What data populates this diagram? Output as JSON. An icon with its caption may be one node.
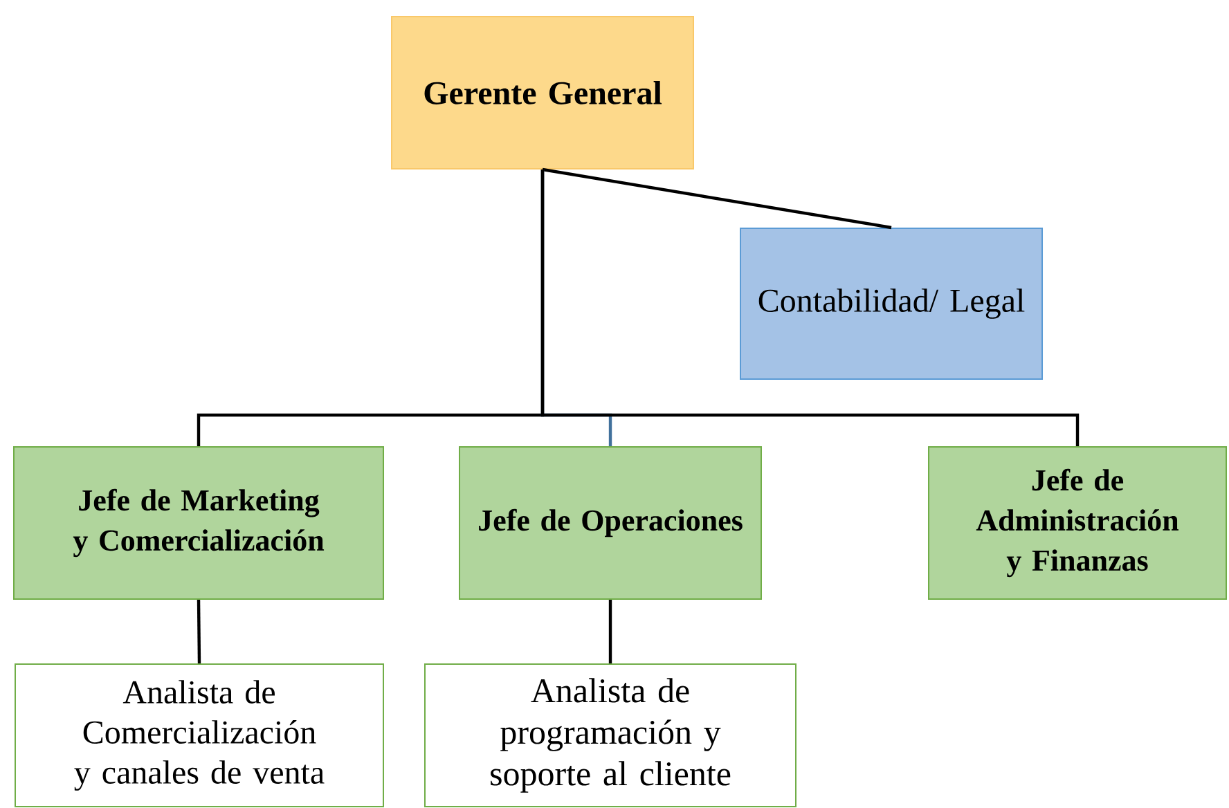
{
  "diagram": {
    "nodes": [
      {
        "text": [
          "Gerente General"
        ]
      },
      {
        "text": [
          "Contabilidad/ Legal"
        ]
      },
      {
        "text": [
          "Jefe de Marketing y Comercialización"
        ]
      },
      {
        "text": [
          "Jefe de Operaciones"
        ]
      },
      {
        "text": [
          "Jefe de Administración y Finanzas"
        ]
      },
      {
        "text": [
          "Analista de Comercialización y canales de venta"
        ]
      },
      {
        "text": [
          "Analista de programación y soporte al cliente"
        ]
      }
    ],
    "edges": [
      {
        "from": 0,
        "to": 1,
        "arrow": "none"
      },
      {
        "from": 0,
        "to": 2,
        "arrow": "none"
      },
      {
        "from": 0,
        "to": 3,
        "arrow": "none",
        "color": "#41719c"
      },
      {
        "from": 0,
        "to": 4,
        "arrow": "none"
      },
      {
        "from": 2,
        "to": 5,
        "arrow": "none"
      },
      {
        "from": 3,
        "to": 6,
        "arrow": "none"
      }
    ]
  }
}
